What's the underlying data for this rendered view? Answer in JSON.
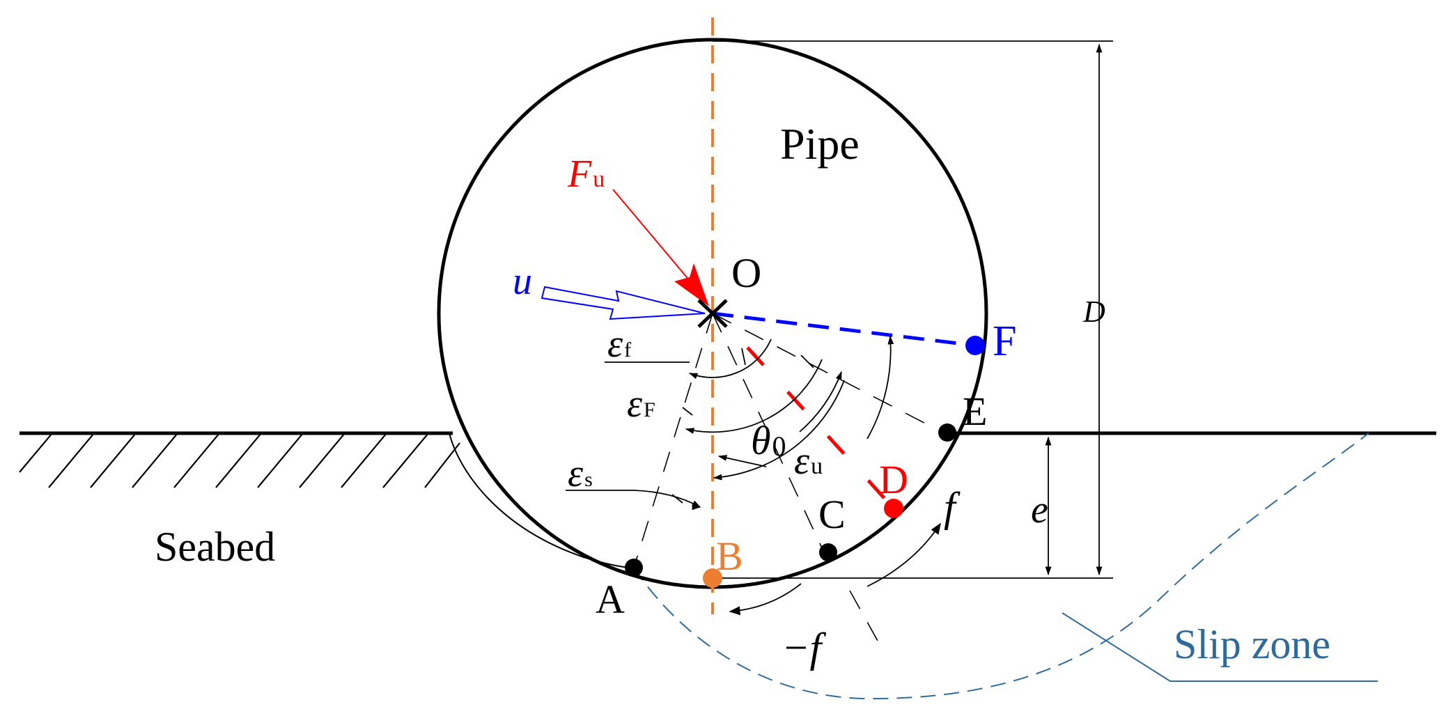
{
  "labels": {
    "pipe": "Pipe",
    "seabed": "Seabed",
    "slip_zone": "Slip zone",
    "center": "O",
    "force_main": "F",
    "force_sub": "u",
    "displacement": "u",
    "diameter": "D",
    "embedment": "e",
    "friction_pos": "f",
    "friction_neg": "−f",
    "theta_main": "θ",
    "theta_sub": "0",
    "eps_main": "ε",
    "eps_f_sub": "f",
    "eps_F_sub": "F",
    "eps_s_sub": "s",
    "eps_u_sub": "u"
  },
  "points": [
    {
      "id": "A",
      "label": "A",
      "color": "#000000"
    },
    {
      "id": "B",
      "label": "B",
      "color": "#ED7D31"
    },
    {
      "id": "C",
      "label": "C",
      "color": "#000000"
    },
    {
      "id": "D",
      "label": "D",
      "color": "#FF0000"
    },
    {
      "id": "E",
      "label": "E",
      "color": "#000000"
    },
    {
      "id": "F",
      "label": "F",
      "color": "#0000FF"
    }
  ],
  "colors": {
    "outline": "#000000",
    "centerline": "#ED7D31",
    "force": "#FF0000",
    "displacement": "#0000FF",
    "slip_zone": "#2F6B9A",
    "point_D_line": "#FF0000"
  }
}
